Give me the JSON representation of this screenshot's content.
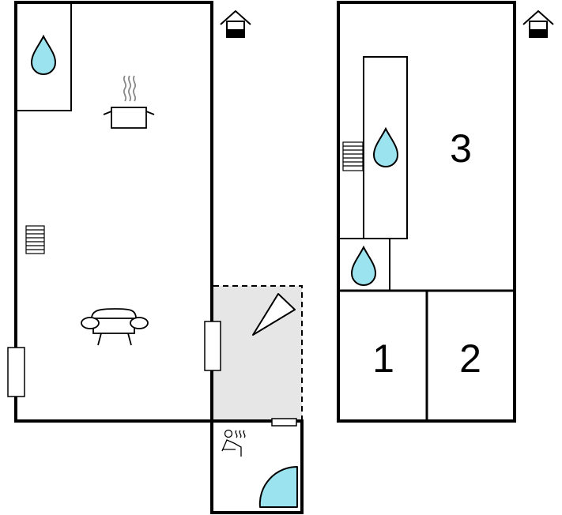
{
  "rooms": {
    "room1": {
      "label": "1"
    },
    "room2": {
      "label": "2"
    },
    "room3": {
      "label": "3"
    }
  },
  "icons": {
    "water": "water-drop-icon",
    "cooking": "cooking-pot-icon",
    "sofa": "sofa-icon",
    "stairs": "stairs-icon",
    "house": "house-icon",
    "sauna": "sauna-icon",
    "shower": "shower-cabin-icon",
    "terrace": "terrace-icon"
  },
  "colors": {
    "wall": "#000000",
    "water": "#9be3ee",
    "terrace": "#e6e6e6",
    "background": "#ffffff"
  }
}
